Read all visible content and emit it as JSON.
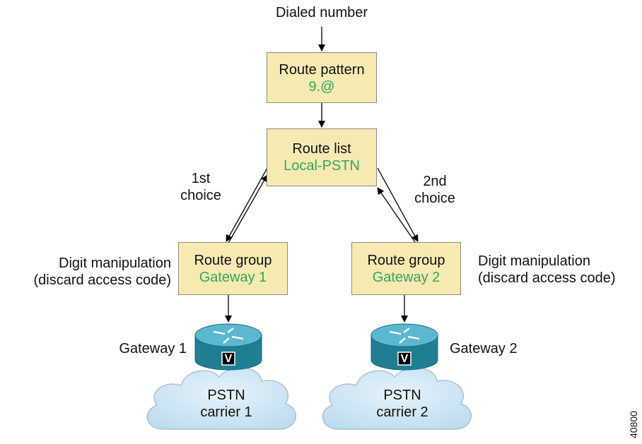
{
  "top_label": "Dialed number",
  "route_pattern": {
    "title": "Route pattern",
    "value": "9.@"
  },
  "route_list": {
    "title": "Route list",
    "value": "Local-PSTN"
  },
  "choices": {
    "first": [
      "1st",
      "choice"
    ],
    "second": [
      "2nd",
      "choice"
    ]
  },
  "route_groups": [
    {
      "title": "Route group",
      "value": "Gateway 1"
    },
    {
      "title": "Route group",
      "value": "Gateway 2"
    }
  ],
  "digit_manipulation": {
    "line1": "Digit manipulation",
    "line2": "(discard access code)"
  },
  "gateways": [
    {
      "label": "Gateway 1",
      "badge": "V"
    },
    {
      "label": "Gateway 2",
      "badge": "V"
    }
  ],
  "clouds": [
    {
      "line1": "PSTN",
      "line2": "carrier 1"
    },
    {
      "line1": "PSTN",
      "line2": "carrier 2"
    }
  ],
  "figure_number": "40800",
  "colors": {
    "box_fill": "#f6eab2",
    "value_text": "#3aa35a",
    "router_body": "#2b8fa3",
    "cloud_fill": "#cfe6f4"
  }
}
